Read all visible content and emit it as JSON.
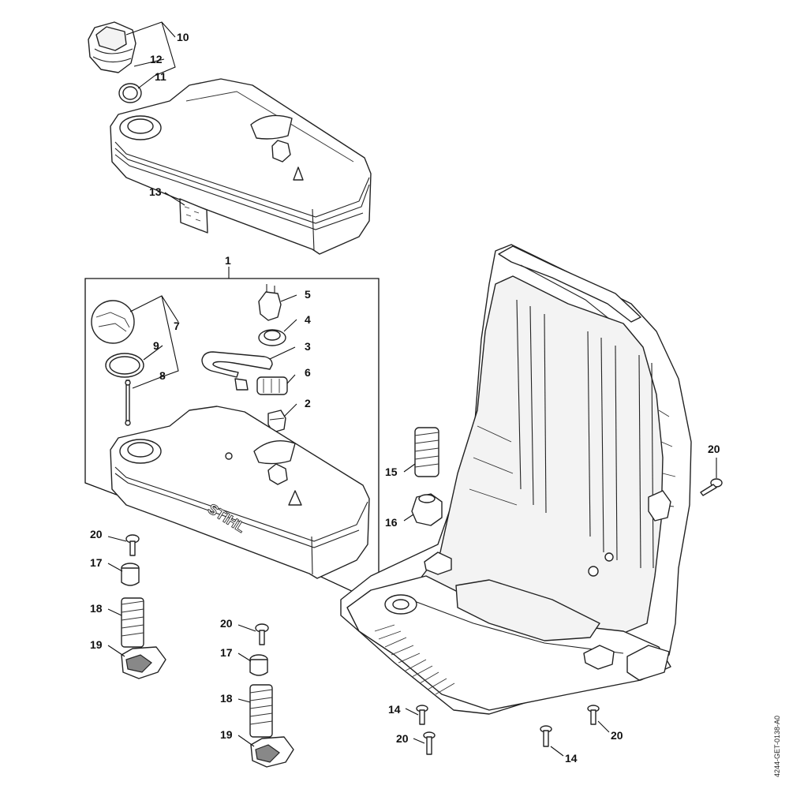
{
  "drawing_code": "4244-GET-0138-A0",
  "brand_marking": "STIHL",
  "callouts": {
    "c1": "1",
    "c2": "2",
    "c3": "3",
    "c4": "4",
    "c5": "5",
    "c6": "6",
    "c7": "7",
    "c8": "8",
    "c9": "9",
    "c10": "10",
    "c11": "11",
    "c12": "12",
    "c13": "13",
    "c14a": "14",
    "c14b": "14",
    "c15": "15",
    "c16": "16",
    "c17a": "17",
    "c17b": "17",
    "c18a": "18",
    "c18b": "18",
    "c19a": "19",
    "c19b": "19",
    "c20a": "20",
    "c20b": "20",
    "c20c": "20",
    "c20d": "20",
    "c20e": "20"
  },
  "colors": {
    "line": "#222222",
    "background": "#ffffff"
  }
}
